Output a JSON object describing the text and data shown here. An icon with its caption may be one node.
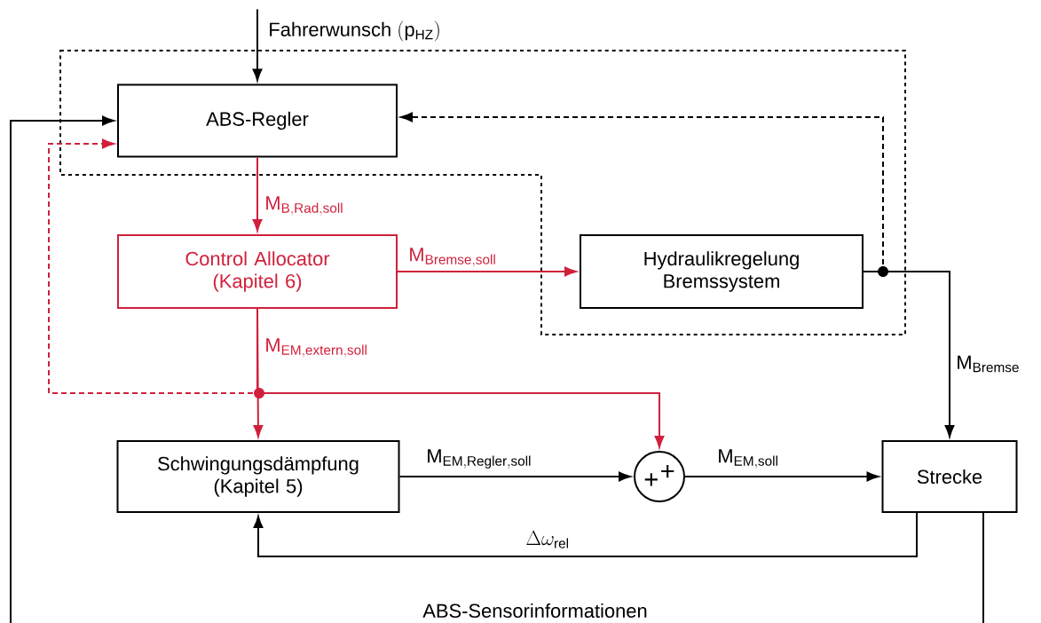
{
  "diagram": {
    "nodes": [
      {
        "text": [
          "ABS-Regler"
        ]
      },
      {
        "text": [
          "Control Allocator (Kapitel 6)"
        ]
      },
      {
        "text": [
          "Hydraulikregelung Bremssystem"
        ]
      },
      {
        "text": [
          "Schwingungsdämpfung (Kapitel 5)"
        ]
      },
      {
        "text": [
          "+",
          "+"
        ]
      },
      {
        "text": [
          "Strecke"
        ]
      }
    ],
    "edges": [
      {
        "from": null,
        "to": 0,
        "arrow": "to",
        "label": "\\mathrm{Fahrerwunsch\\ (p_{HZ})}"
      },
      {
        "from": 0,
        "to": 1,
        "arrow": "to",
        "label": "\\mathrm{M_{B,Rad,soll}}",
        "color": "#d0203c"
      },
      {
        "from": 1,
        "to": 2,
        "arrow": "to",
        "label": "\\mathrm{M_{Bremse,soll}}",
        "color": "#d0203c"
      },
      {
        "from": 1,
        "to": 3,
        "arrow": "to",
        "label": "\\mathrm{M_{EM,extern,soll}}",
        "color": "#d0203c"
      },
      {
        "from": 1,
        "to": 4,
        "arrow": "to",
        "color": "#d0203c"
      },
      {
        "from": 1,
        "to": 0,
        "arrow": "to",
        "style": "dashed",
        "color": "#d0203c"
      },
      {
        "from": 3,
        "to": 4,
        "arrow": "to",
        "label": "\\mathrm{M_{EM,Regler,soll}}"
      },
      {
        "from": 4,
        "to": 5,
        "arrow": "to",
        "label": "\\mathrm{M_{EM,soll}}"
      },
      {
        "from": 2,
        "to": 5,
        "arrow": "to",
        "label": "\\mathrm{M_{Bremse}}"
      },
      {
        "from": 2,
        "to": 0,
        "arrow": "to",
        "style": "dashed"
      },
      {
        "from": 5,
        "to": 3,
        "arrow": "to",
        "label": "\\Delta\\omega_{\\mathrm{rel}}"
      },
      {
        "from": 5,
        "to": 0,
        "arrow": "to",
        "label": "ABS-Sensorinformationen"
      }
    ]
  }
}
